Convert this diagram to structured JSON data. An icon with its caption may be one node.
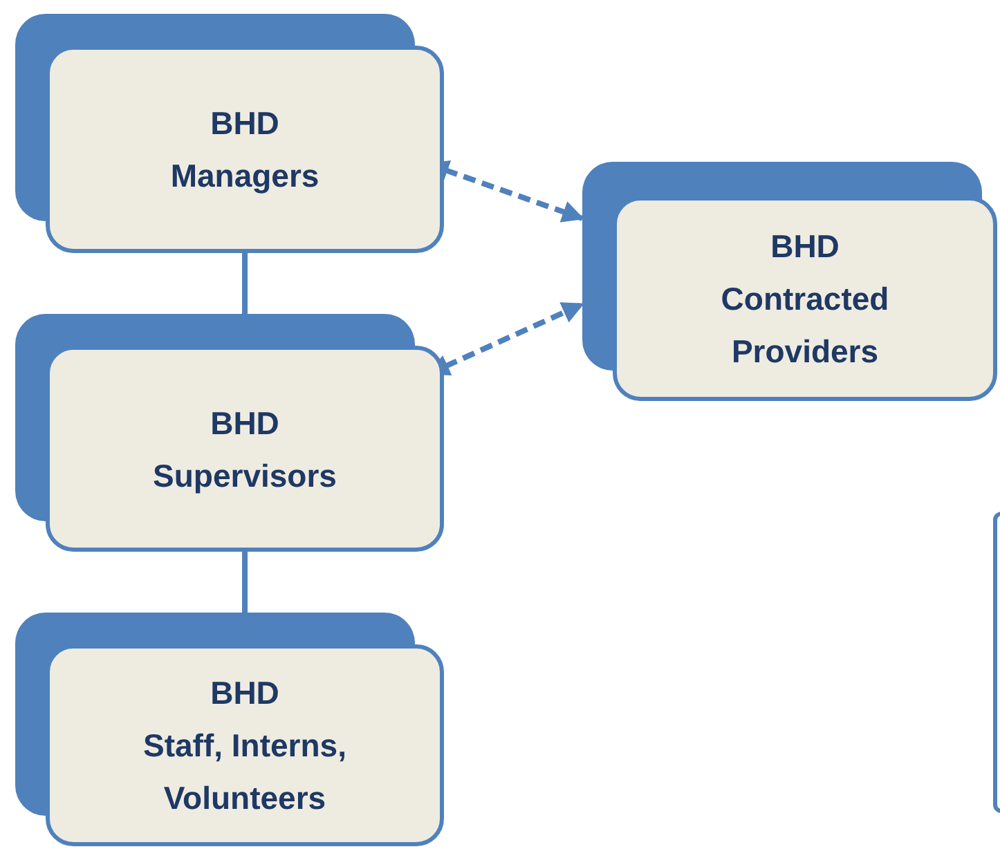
{
  "diagram": {
    "nodes": [
      {
        "text": [
          "BHD",
          "Managers"
        ]
      },
      {
        "text": [
          "BHD",
          "Contracted Providers"
        ]
      },
      {
        "text": [
          "BHD",
          "Supervisors"
        ]
      },
      {
        "text": [
          "BHD",
          "Staff, Interns, Volunteers"
        ]
      },
      {
        "text": [],
        "shape": "box"
      }
    ],
    "edges": [
      {
        "from": 0,
        "to": 2,
        "arrow": "none"
      },
      {
        "from": 2,
        "to": 3,
        "arrow": "none"
      },
      {
        "from": 0,
        "to": 1,
        "arrow": "both",
        "style": "dashed"
      },
      {
        "from": 2,
        "to": 1,
        "arrow": "both",
        "style": "dashed"
      }
    ]
  }
}
